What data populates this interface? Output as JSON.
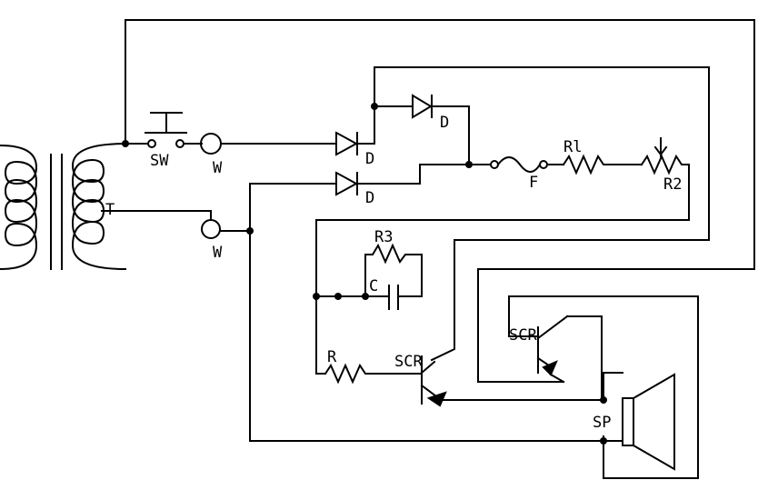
{
  "labels": {
    "transformer": "T",
    "switch": "SW",
    "lamp_top": "W",
    "lamp_bottom": "W",
    "diode_top": "D",
    "diode_middle": "D",
    "diode_bottom": "D",
    "fuse": "F",
    "resistor_r1": "Rl",
    "pot_r2": "R2",
    "resistor_r3": "R3",
    "capacitor": "C",
    "resistor_r": "R",
    "scr_main": "SCR",
    "scr_aux": "SCR",
    "speaker": "SP"
  }
}
